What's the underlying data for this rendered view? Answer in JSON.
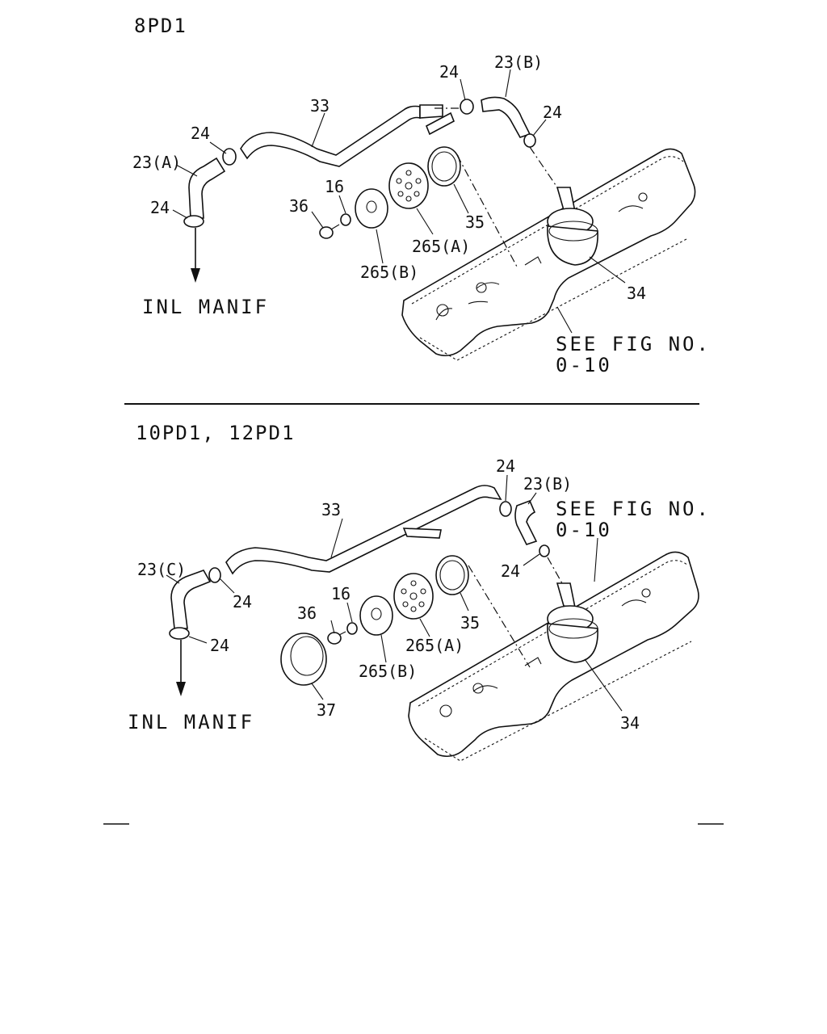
{
  "top_section": {
    "heading": "8PD1",
    "labels": {
      "clamp_a": "24",
      "clamp_b": "24",
      "clamp_c": "24",
      "clamp_d": "24",
      "hose_a": "23(A)",
      "hose_b": "23(B)",
      "pipe": "33",
      "washer": "16",
      "bolt": "36",
      "plate_a": "265(A)",
      "plate_b": "265(B)",
      "oring": "35",
      "separator": "34"
    },
    "inlet_note": "INL MANIF",
    "see_fig_line1": "SEE FIG NO.",
    "see_fig_line2": "0-10"
  },
  "bottom_section": {
    "heading": "10PD1, 12PD1",
    "labels": {
      "clamp_a": "24",
      "clamp_b": "24",
      "clamp_c": "24",
      "clamp_d": "24",
      "hose_c": "23(C)",
      "hose_b": "23(B)",
      "pipe": "33",
      "washer": "16",
      "bolt": "36",
      "plate_a": "265(A)",
      "plate_b": "265(B)",
      "oring": "35",
      "separator": "34",
      "cap": "37"
    },
    "inlet_note": "INL MANIF",
    "see_fig_line1": "SEE FIG NO.",
    "see_fig_line2": "0-10"
  }
}
